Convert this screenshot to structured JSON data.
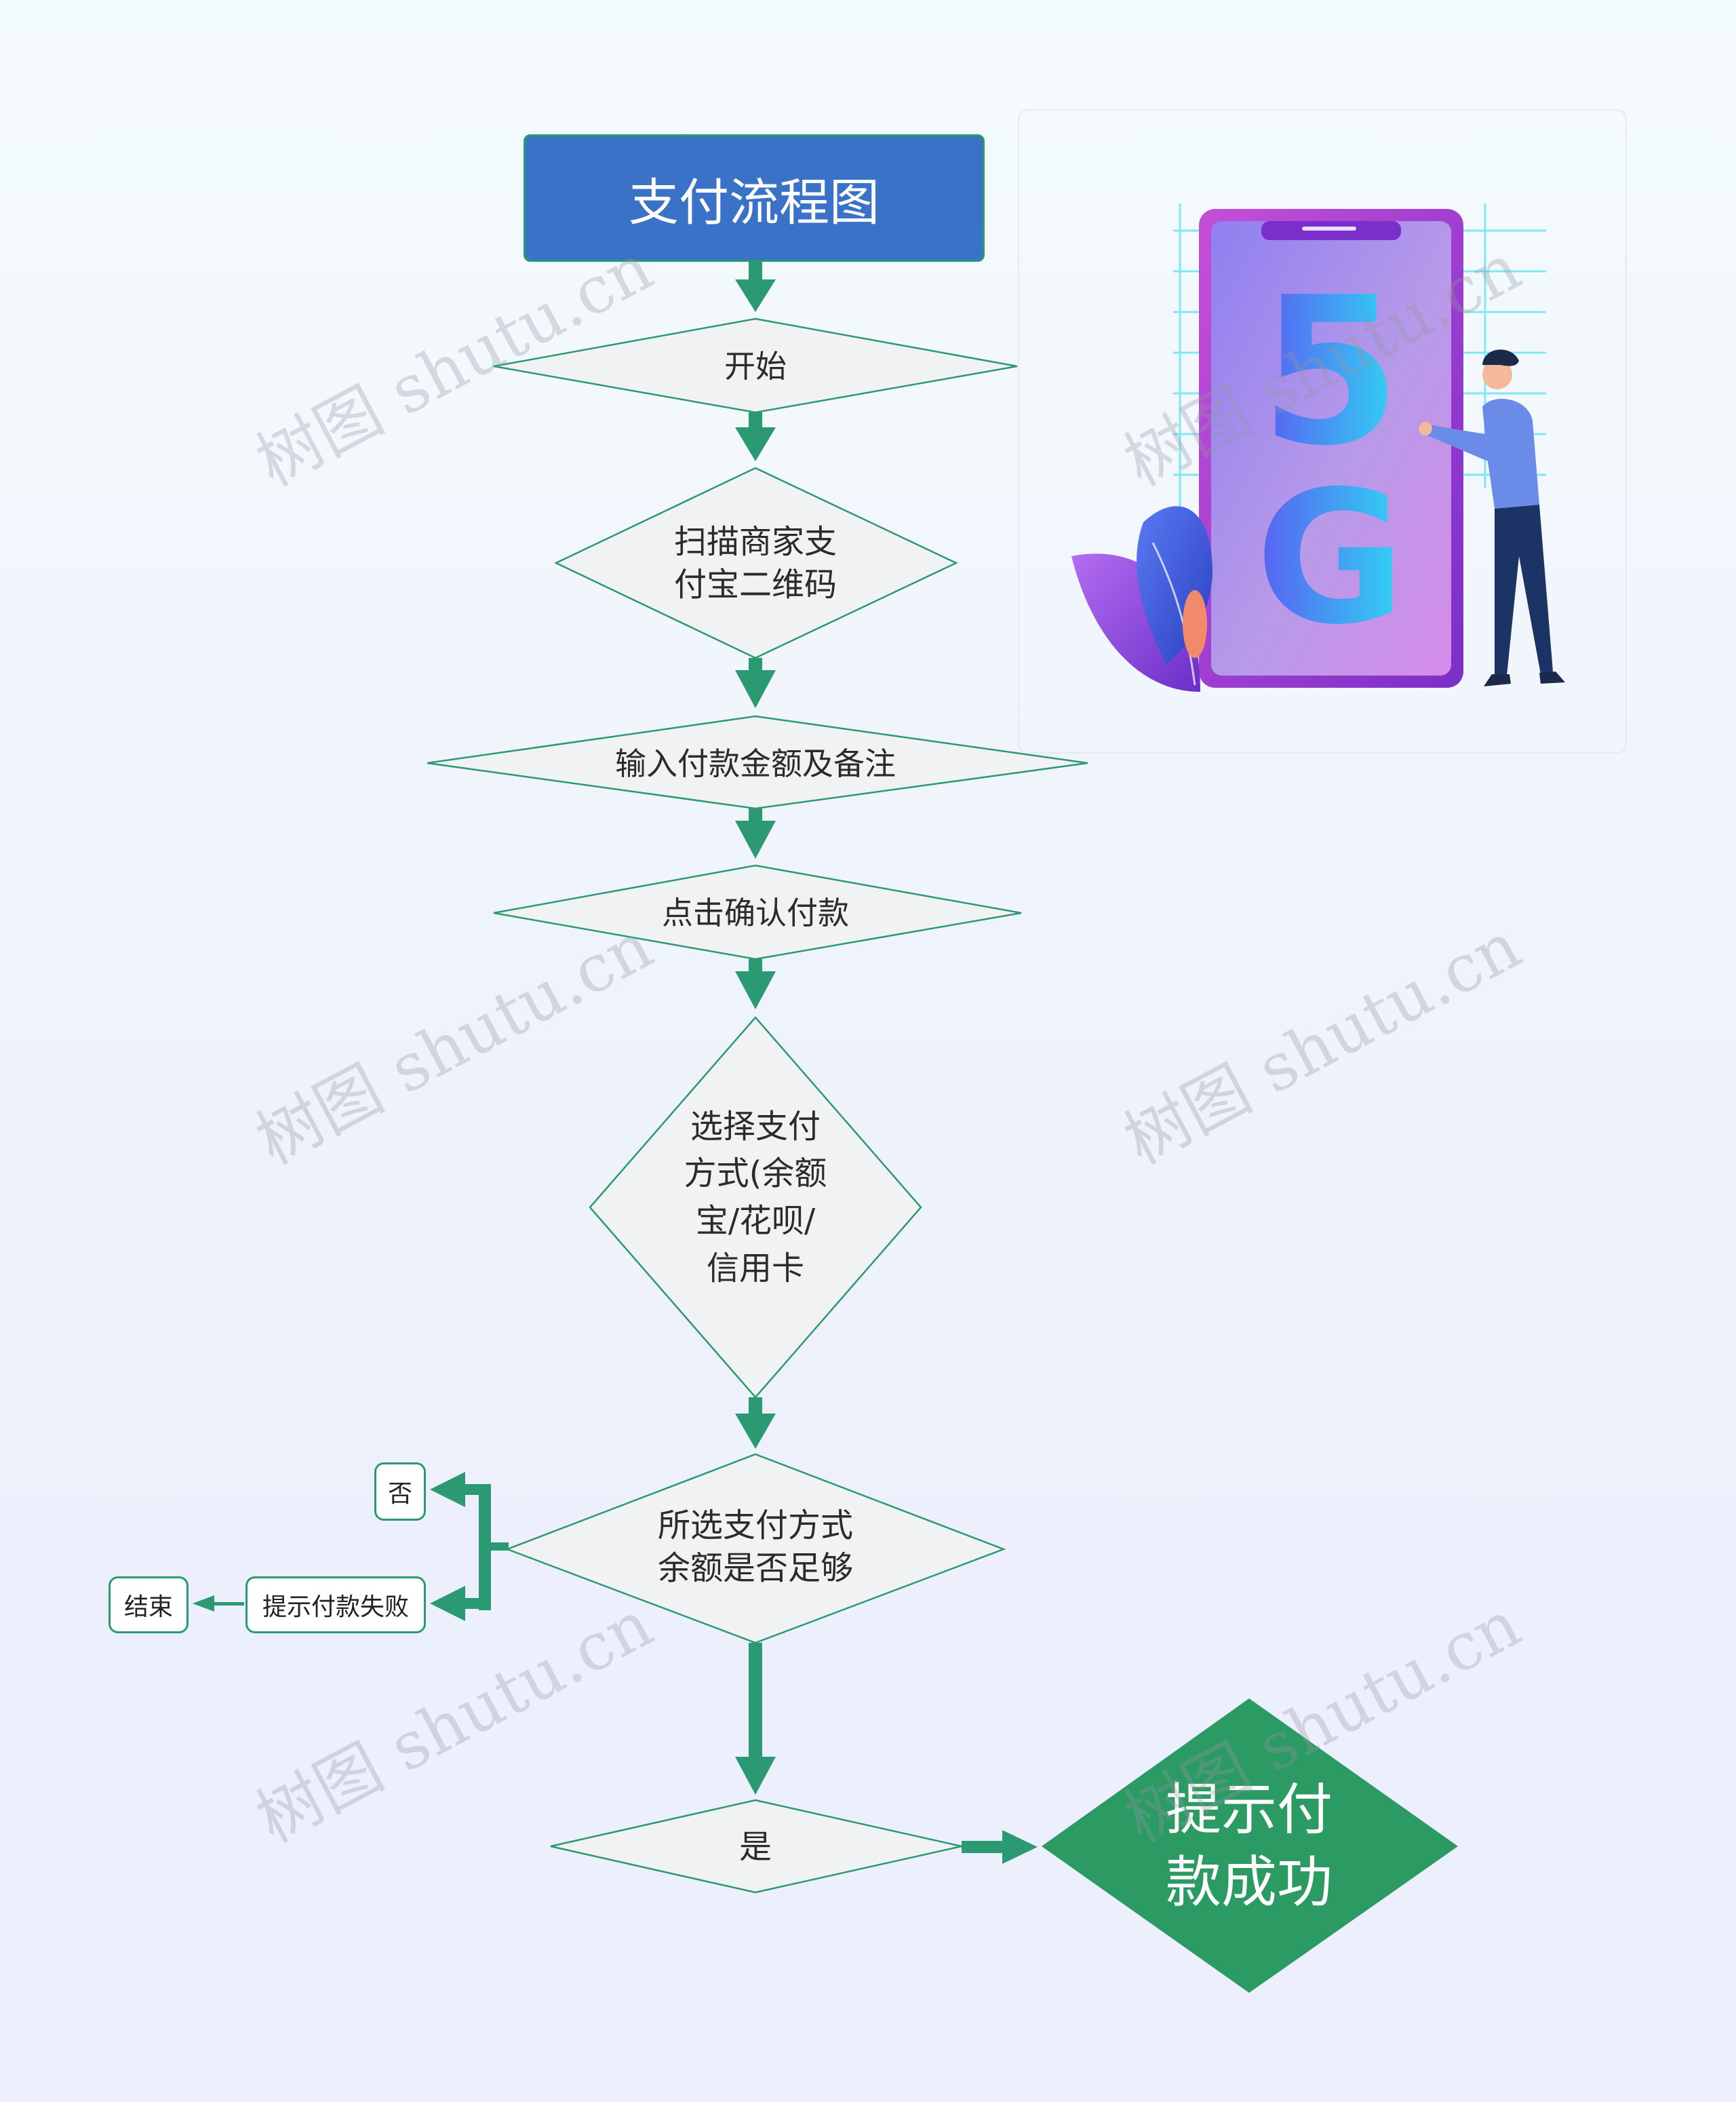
{
  "title": "支付流程图",
  "nodes": {
    "start": "开始",
    "scan": "扫描商家支\n付宝二维码",
    "input_amount": "输入付款金额及备注",
    "confirm": "点击确认付款",
    "choose_method": "选择支付\n方式(余额\n宝/花呗/\n信用卡",
    "check_balance": "所选支付方式\n余额是否足够",
    "no": "否",
    "fail_prompt": "提示付款失败",
    "end": "结束",
    "yes": "是",
    "success": "提示付\n款成功"
  },
  "illustration": {
    "screen_text": [
      "5",
      "G"
    ]
  },
  "watermark": "树图 shutu.cn",
  "colors": {
    "arrow": "#2b9a72",
    "node_fill": "#f0f2f4",
    "node_stroke": "#2b9a72",
    "title_fill": "#3a72c8",
    "success_fill": "#2b9a63"
  }
}
